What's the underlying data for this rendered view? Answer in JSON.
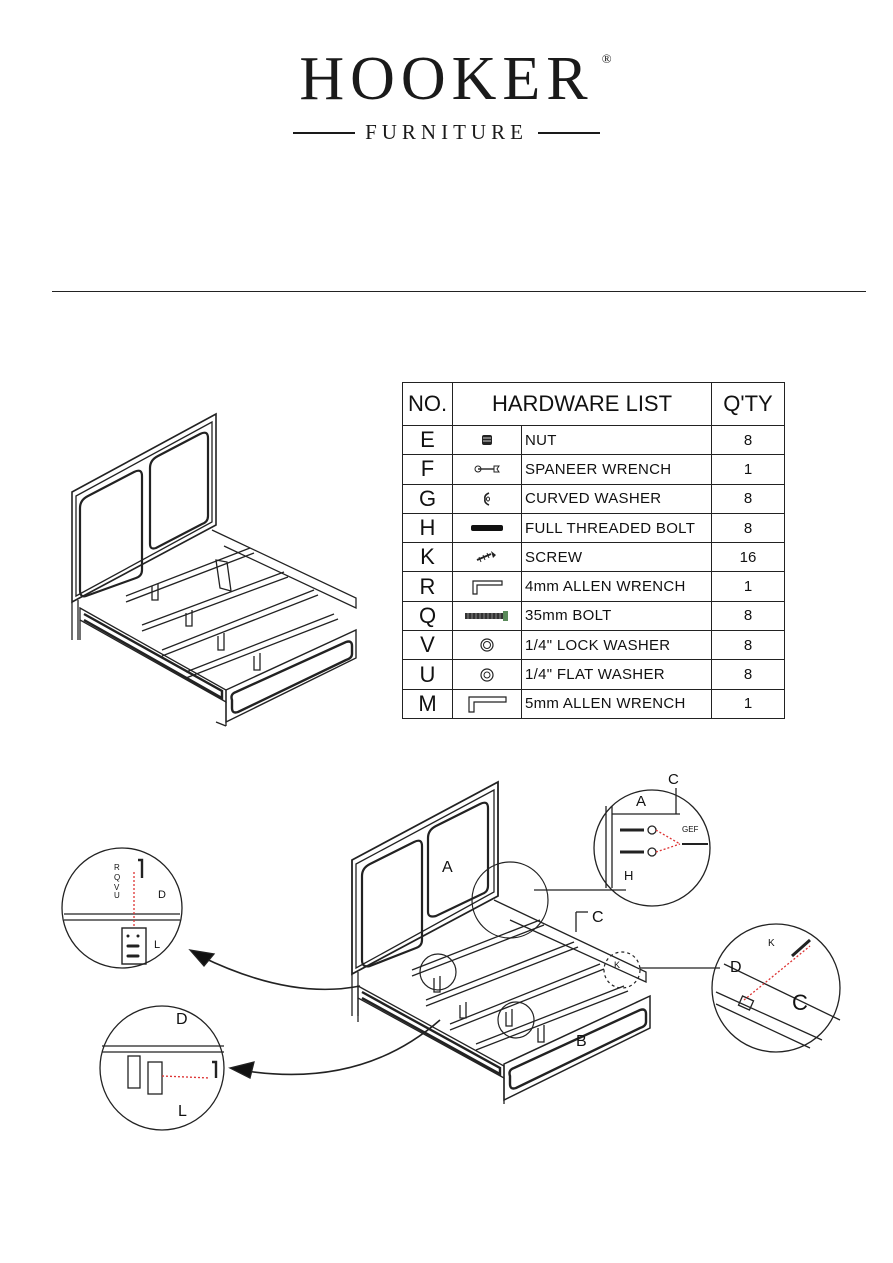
{
  "brand": {
    "name": "HOOKER",
    "registered": "®",
    "tagline": "FURNITURE"
  },
  "hardware_table": {
    "headers": {
      "no": "NO.",
      "list": "HARDWARE LIST",
      "qty": "Q'TY"
    },
    "rows": [
      {
        "no": "E",
        "name": "NUT",
        "qty": "8",
        "icon": "nut-icon"
      },
      {
        "no": "F",
        "name": "SPANEER WRENCH",
        "qty": "1",
        "icon": "spanner-wrench-icon"
      },
      {
        "no": "G",
        "name": "CURVED WASHER",
        "qty": "8",
        "icon": "curved-washer-icon"
      },
      {
        "no": "H",
        "name": "FULL THREADED BOLT",
        "qty": "8",
        "icon": "threaded-bolt-icon"
      },
      {
        "no": "K",
        "name": "SCREW",
        "qty": "16",
        "icon": "screw-icon"
      },
      {
        "no": "R",
        "name": "4mm ALLEN WRENCH",
        "qty": "1",
        "icon": "allen-wrench-icon"
      },
      {
        "no": "Q",
        "name": "35mm BOLT",
        "qty": "8",
        "icon": "bolt-icon"
      },
      {
        "no": "V",
        "name": "1/4\" LOCK WASHER",
        "qty": "8",
        "icon": "lock-washer-icon"
      },
      {
        "no": "U",
        "name": "1/4\" FLAT WASHER",
        "qty": "8",
        "icon": "flat-washer-icon"
      },
      {
        "no": "M",
        "name": "5mm ALLEN WRENCH",
        "qty": "1",
        "icon": "allen-wrench-icon"
      }
    ]
  },
  "diagram_labels": {
    "headboard": "A",
    "footboard": "B",
    "side_rail": "C",
    "side_rail_top": "C",
    "slat": "D",
    "leg": "L",
    "screw": "K",
    "detail_top": {
      "c": "C",
      "a": "A",
      "h": "H",
      "gef": "GEF"
    },
    "detail_left": {
      "r": "R",
      "q": "Q",
      "v": "V",
      "u": "U",
      "d": "D",
      "l": "L"
    },
    "detail_bottom": {
      "d": "D",
      "l": "L"
    },
    "detail_right": {
      "d": "D",
      "c": "C",
      "k": "K"
    }
  }
}
